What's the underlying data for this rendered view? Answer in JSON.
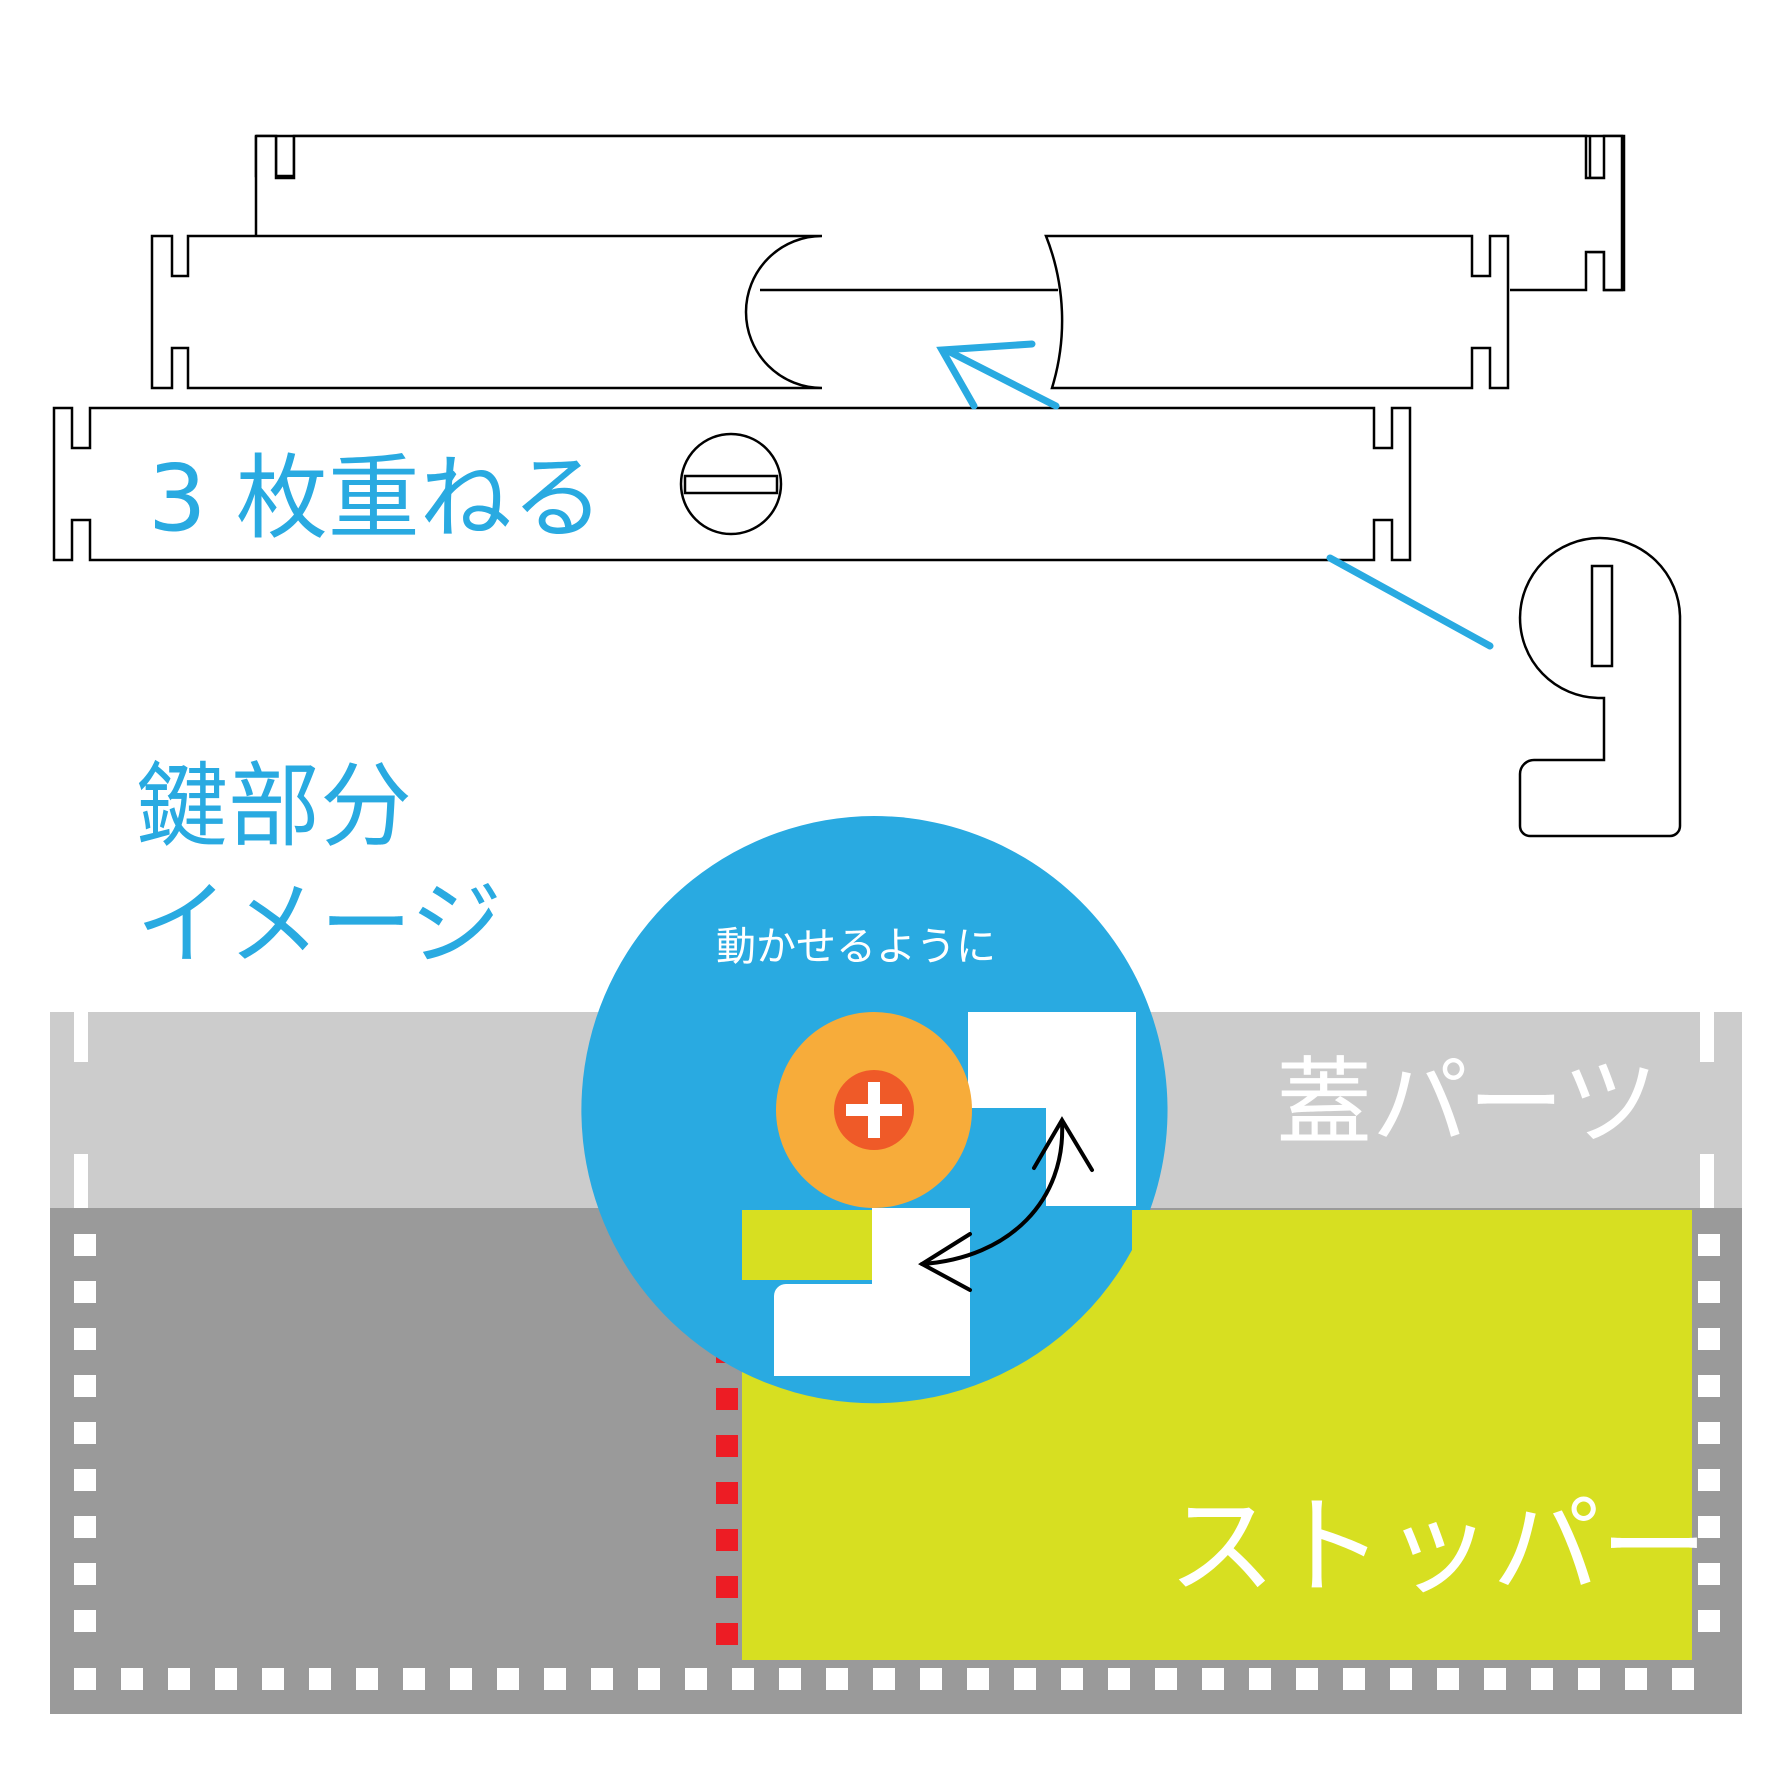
{
  "labels": {
    "stack_three": "3 枚重ねる",
    "key_part_line1": "鍵部分",
    "key_part_line2": "イメージ",
    "movable": "動かせるように",
    "lid_part": "蓋パーツ",
    "stopper": "ストッパー"
  },
  "colors": {
    "outline": "#000000",
    "accent_blue": "#29aae1",
    "lid_gray": "#cccccc",
    "body_gray": "#9a9a9a",
    "stopper_lime": "#d7df21",
    "screw_orange": "#f7ac3a",
    "screw_center": "#ef5a28",
    "marker_red": "#ed1c24",
    "white": "#ffffff"
  },
  "icons": {
    "screw": "plus-screw-icon",
    "arrow": "curved-double-arrow-icon"
  }
}
